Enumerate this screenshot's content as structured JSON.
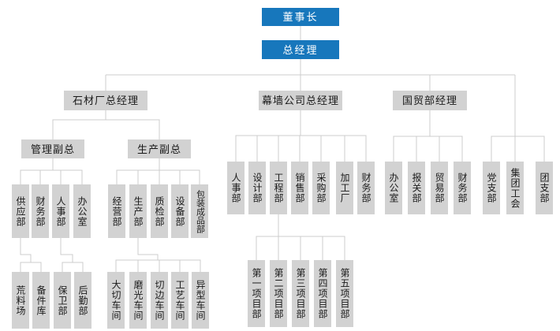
{
  "colors": {
    "accent_blue": "#1777bc",
    "node_gray": "#d2d2d2",
    "line_color": "#cccccc",
    "text_dark": "#1a1a1a",
    "text_light": "#ffffff"
  },
  "org": {
    "chairman": "董事长",
    "general_manager": "总经理",
    "stone_branch": {
      "head": "石材厂总经理",
      "management_deputy": "管理副总",
      "production_deputy": "生产副总",
      "management_depts": [
        "供应部",
        "财务部",
        "人事部",
        "办公室"
      ],
      "production_depts": [
        "经营部",
        "生产部",
        "质检部",
        "设备部",
        "包装成品部"
      ],
      "supply_subunits": [
        "荒料场",
        "备件库"
      ],
      "hr_subunits": [
        "保卫部",
        "后勤部"
      ],
      "workshops": [
        "大切车间",
        "磨光车间",
        "切边车间",
        "工艺车间",
        "异型车间"
      ]
    },
    "curtain_wall_branch": {
      "head": "幕墙公司总经理",
      "depts": [
        "人事部",
        "设计部",
        "工程部",
        "销售部",
        "采购部",
        "加工厂",
        "财务部"
      ],
      "projects": [
        "第一项目部",
        "第二项目部",
        "第三项目部",
        "第四项目部",
        "第五项目部"
      ]
    },
    "intl_trade_branch": {
      "head": "国贸部经理",
      "depts": [
        "办公室",
        "报关部",
        "贸易部",
        "财务部"
      ]
    },
    "direct_units": [
      "党支部",
      "集团工会",
      "团支部"
    ]
  }
}
